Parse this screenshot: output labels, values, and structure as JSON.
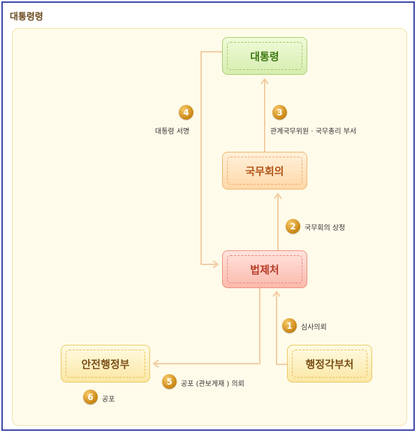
{
  "title": "대통령령",
  "nodes": {
    "president": "대통령",
    "cabinet": "국무회의",
    "legislation": "법제처",
    "agency": "안전행정부",
    "ministries": "행정각부처"
  },
  "steps": [
    {
      "num": "1",
      "label": "심사의뢰"
    },
    {
      "num": "2",
      "label": "국무회의 상정"
    },
    {
      "num": "3",
      "label": "관계국무위원 · 국무총리 부서"
    },
    {
      "num": "4",
      "label": "대통령 서명"
    },
    {
      "num": "5",
      "label": "공포 (관보게재 ) 의뢰"
    },
    {
      "num": "6",
      "label": "공포"
    }
  ],
  "colors": {
    "frame": "#3b45a8",
    "arrow": "#f2cda4",
    "badge": "#c98511"
  }
}
